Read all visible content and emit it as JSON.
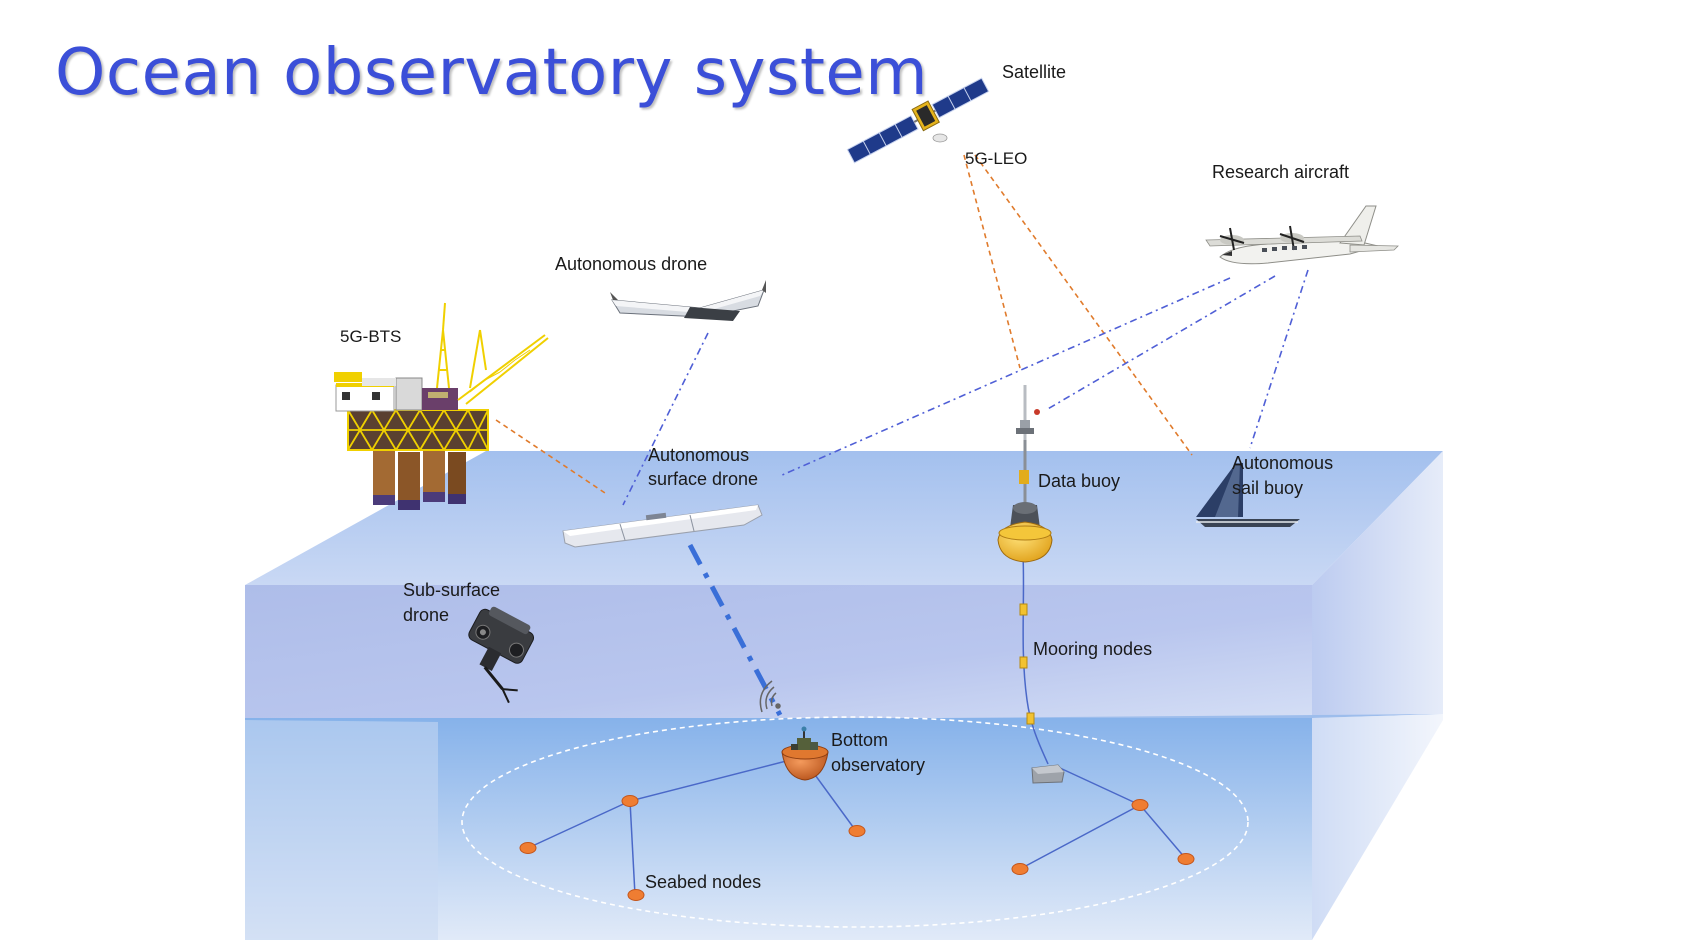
{
  "title": "Ocean observatory system",
  "labels": {
    "satellite": "Satellite",
    "five_g_leo": "5G-LEO",
    "research_aircraft": "Research aircraft",
    "autonomous_drone": "Autonomous  drone",
    "five_g_bts": "5G-BTS",
    "autonomous_surface_drone_line1": "Autonomous",
    "autonomous_surface_drone_line2": "surface drone",
    "data_buoy": "Data buoy",
    "autonomous_sail_buoy_line1": "Autonomous",
    "autonomous_sail_buoy_line2": "sail buoy",
    "sub_surface_drone_line1": "Sub-surface",
    "sub_surface_drone_line2": "drone",
    "mooring_nodes": "Mooring  nodes",
    "bottom_observatory_line1": "Bottom",
    "bottom_observatory_line2": "observatory",
    "seabed_nodes": "Seabed nodes"
  },
  "colors": {
    "title": "#3b4fd8",
    "radio_link": "#e07b2c",
    "optical_link": "#4f5fd6",
    "cable": "#4a68c8",
    "node": "#ef7d32",
    "surface_layer": "#a8c4ee",
    "water_column": "#b4c2ec",
    "seabed_layer": "#8fb6ea"
  },
  "icons": [
    "satellite-icon",
    "aircraft-icon",
    "drone-icon",
    "oil-platform-icon",
    "surface-drone-icon",
    "data-buoy-icon",
    "sail-buoy-icon",
    "sub-surface-drone-icon",
    "bottom-observatory-icon",
    "wifi-signal-icon",
    "mooring-anchor-icon"
  ]
}
